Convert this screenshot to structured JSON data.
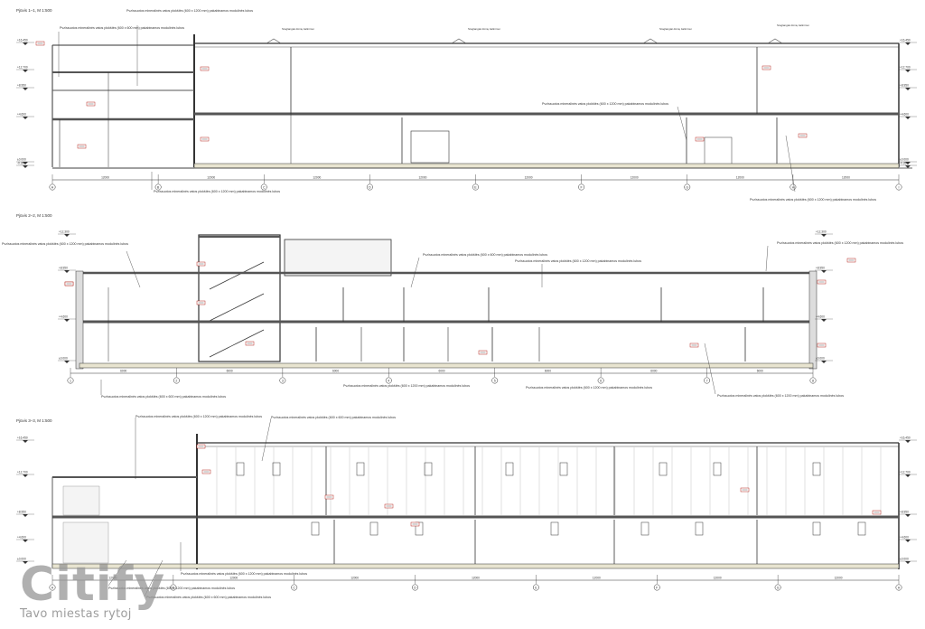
{
  "sections": [
    {
      "id": "s1",
      "title": "Pjūvis 1–1, M 1:500",
      "axes": [
        "A",
        "B",
        "C",
        "D",
        "E",
        "F",
        "G",
        "H",
        "I"
      ],
      "dims": [
        "12000",
        "12000",
        "12000",
        "12000",
        "12000",
        "12000",
        "12000",
        "12000"
      ],
      "levels": [
        "+16.450",
        "+12.700",
        "+8.950",
        "+4.600",
        "±0.000",
        "-0.350"
      ],
      "callouts": [
        "Pvz/ssuotos mineralinės vatos plokštės (600 x 1200 mm) pakabinamos modulinės lubos",
        "Pvz/ssuotos mineralinės vatos plokštės (600 x 600 mm) pakabinamos modulinės lubos",
        "Pvz/ssuotos mineralinės vatos plokštės (600 x 1200 mm) pakabinamos modulinės lubos",
        "Pvz/ssuotos mineralinės vatos plokštės (600 x 1200 mm) pakabinamos modulinės lubos",
        "Pvz/ssuotos mineralinės vatos plokštės (600 x 1200 mm) pakabinamos modulinės lubos"
      ],
      "notes": [
        "Stoglangiai dūmų šalinimui",
        "Stoglangiai dūmų šalinimui",
        "Stoglangiai dūmų šalinimui",
        "Stoglangiai dūmų šalinimui"
      ]
    },
    {
      "id": "s2",
      "title": "Pjūvis 2–2, M 1:500",
      "axes": [
        "1",
        "2",
        "3",
        "4",
        "5",
        "6",
        "7",
        "8"
      ],
      "dims": [
        "6000",
        "6000",
        "6000",
        "6000",
        "6000",
        "6000",
        "6000"
      ],
      "levels": [
        "+12.300",
        "+8.950",
        "+4.600",
        "±0.000"
      ],
      "callouts": [
        "Pvz/ssuotos mineralinės vatos plokštės (600 x 1200 mm) pakabinamos modulinės lubos",
        "Pvz/ssuotos mineralinės vatos plokštės (600 x 600 mm) pakabinamos modulinės lubos",
        "Pvz/ssuotos mineralinės vatos plokštės (600 x 1200 mm) pakabinamos modulinės lubos",
        "Pvz/ssuotos mineralinės vatos plokštės (600 x 1200 mm) pakabinamos modulinės lubos",
        "Pvz/ssuotos mineralinės vatos plokštės (600 x 600 mm) pakabinamos modulinės lubos",
        "Pvz/ssuotos mineralinės vatos plokštės (600 x 1200 mm) pakabinamos modulinės lubos",
        "Pvz/ssuotos mineralinės vatos plokštės (600 x 1200 mm) pakabinamos modulinės lubos",
        "Pvz/ssuotos mineralinės vatos plokštės (600 x 1200 mm) pakabinamos modulinės lubos"
      ]
    },
    {
      "id": "s3",
      "title": "Pjūvis 3–3, M 1:500",
      "axes": [
        "A",
        "B",
        "C",
        "D",
        "E",
        "F",
        "G",
        "H"
      ],
      "dims": [
        "12000",
        "12000",
        "12000",
        "12000",
        "12000",
        "12000",
        "12000"
      ],
      "levels": [
        "+16.450",
        "+12.700",
        "+8.950",
        "+4.600",
        "±0.000"
      ],
      "callouts": [
        "Pvz/ssuotos mineralinės vatos plokštės (600 x 1200 mm) pakabinamos modulinės lubos",
        "Pvz/ssuotos mineralinės vatos plokštės (600 x 600 mm) pakabinamos modulinės lubos",
        "Pvz/ssuotos mineralinės vatos plokštės (600 x 1200 mm) pakabinamos modulinės lubos",
        "Pvz/ssuotos mineralinės vatos plokštės (600 x 600 mm) pakabinamos modulinės lubos",
        "Pvz/ssuotos mineralinės vatos plokštės (600 x 1200 mm) pakabinamos modulinės lubos"
      ]
    }
  ],
  "watermark": {
    "logo": "Citify",
    "tagline": "Tavo miestas rytoj"
  },
  "colors": {
    "line": "#333333",
    "slab": "#555555",
    "ground": "#e8e4d0",
    "tag": "#b3261e"
  }
}
